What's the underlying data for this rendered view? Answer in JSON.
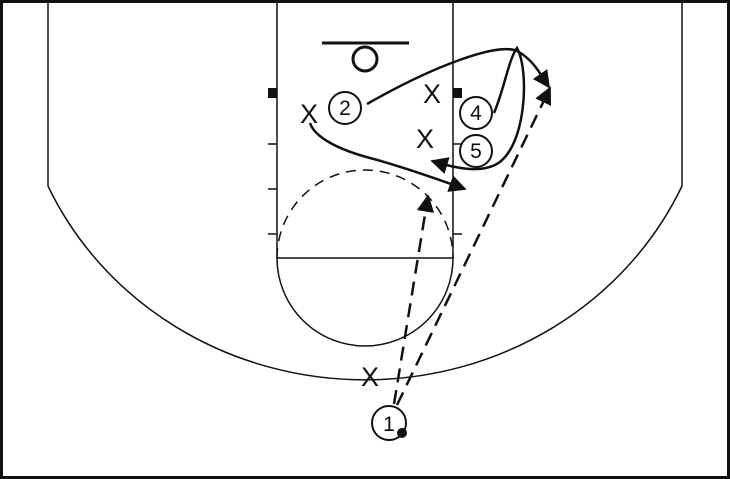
{
  "colors": {
    "background": "#ffffff",
    "line": "#111111",
    "marker": "#111111"
  },
  "offense": [
    {
      "id": "player-1",
      "label": "1",
      "has_ball": true
    },
    {
      "id": "player-2",
      "label": "2"
    },
    {
      "id": "player-4",
      "label": "4"
    },
    {
      "id": "player-5",
      "label": "5"
    }
  ],
  "defense": [
    {
      "id": "defender-on-1",
      "mark": "X"
    },
    {
      "id": "defender-on-2",
      "mark": "X"
    },
    {
      "id": "defender-on-4",
      "mark": "X"
    },
    {
      "id": "defender-on-5",
      "mark": "X"
    }
  ],
  "actions": [
    {
      "id": "cut-player-2",
      "type": "cut"
    },
    {
      "id": "cut-player-4",
      "type": "cut"
    },
    {
      "id": "pass-to-cutter-2",
      "type": "pass"
    },
    {
      "id": "pass-to-cutter-4",
      "type": "pass"
    }
  ]
}
